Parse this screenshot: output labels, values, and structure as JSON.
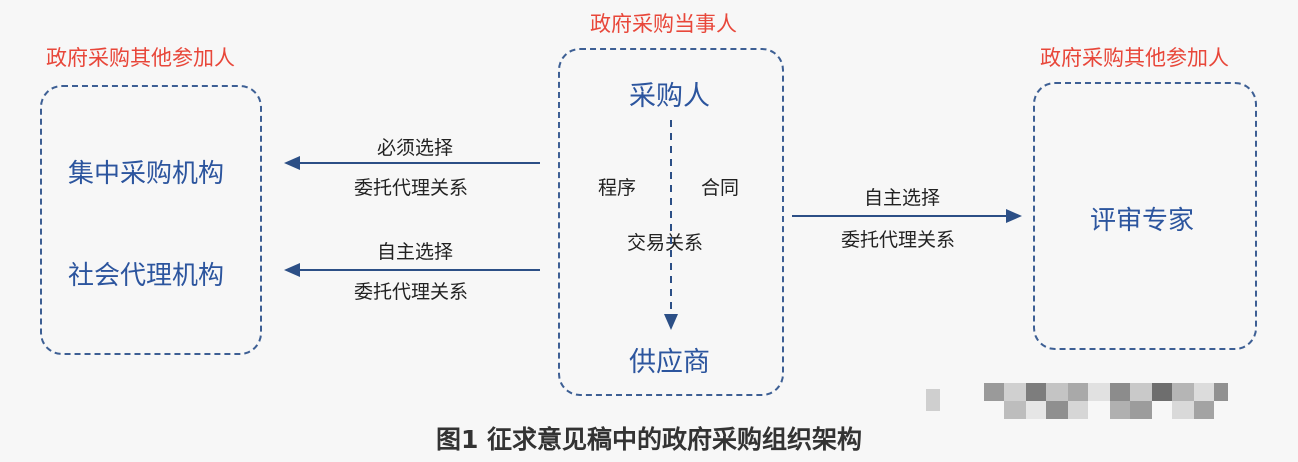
{
  "header": {
    "left_label": "政府采购其他参加人",
    "center_label": "政府采购当事人",
    "right_label": "政府采购其他参加人"
  },
  "left_box": {
    "item1": "集中采购机构",
    "item2": "社会代理机构"
  },
  "center_box": {
    "top": "采购人",
    "left_mid": "程序",
    "right_mid": "合同",
    "center_mid": "交易关系",
    "bottom": "供应商"
  },
  "right_box": {
    "item": "评审专家"
  },
  "arrows": {
    "upper_left_line1": "必须选择",
    "upper_left_line2": "委托代理关系",
    "lower_left_line1": "自主选择",
    "lower_left_line2": "委托代理关系",
    "right_line1": "自主选择",
    "right_line2": "委托代理关系"
  },
  "caption": "图1 征求意见稿中的政府采购组织架构",
  "colors": {
    "label_red": "#e8473a",
    "box_blue": "#2c559e",
    "border": "#3d5f94",
    "background": "#f7f7f7"
  }
}
